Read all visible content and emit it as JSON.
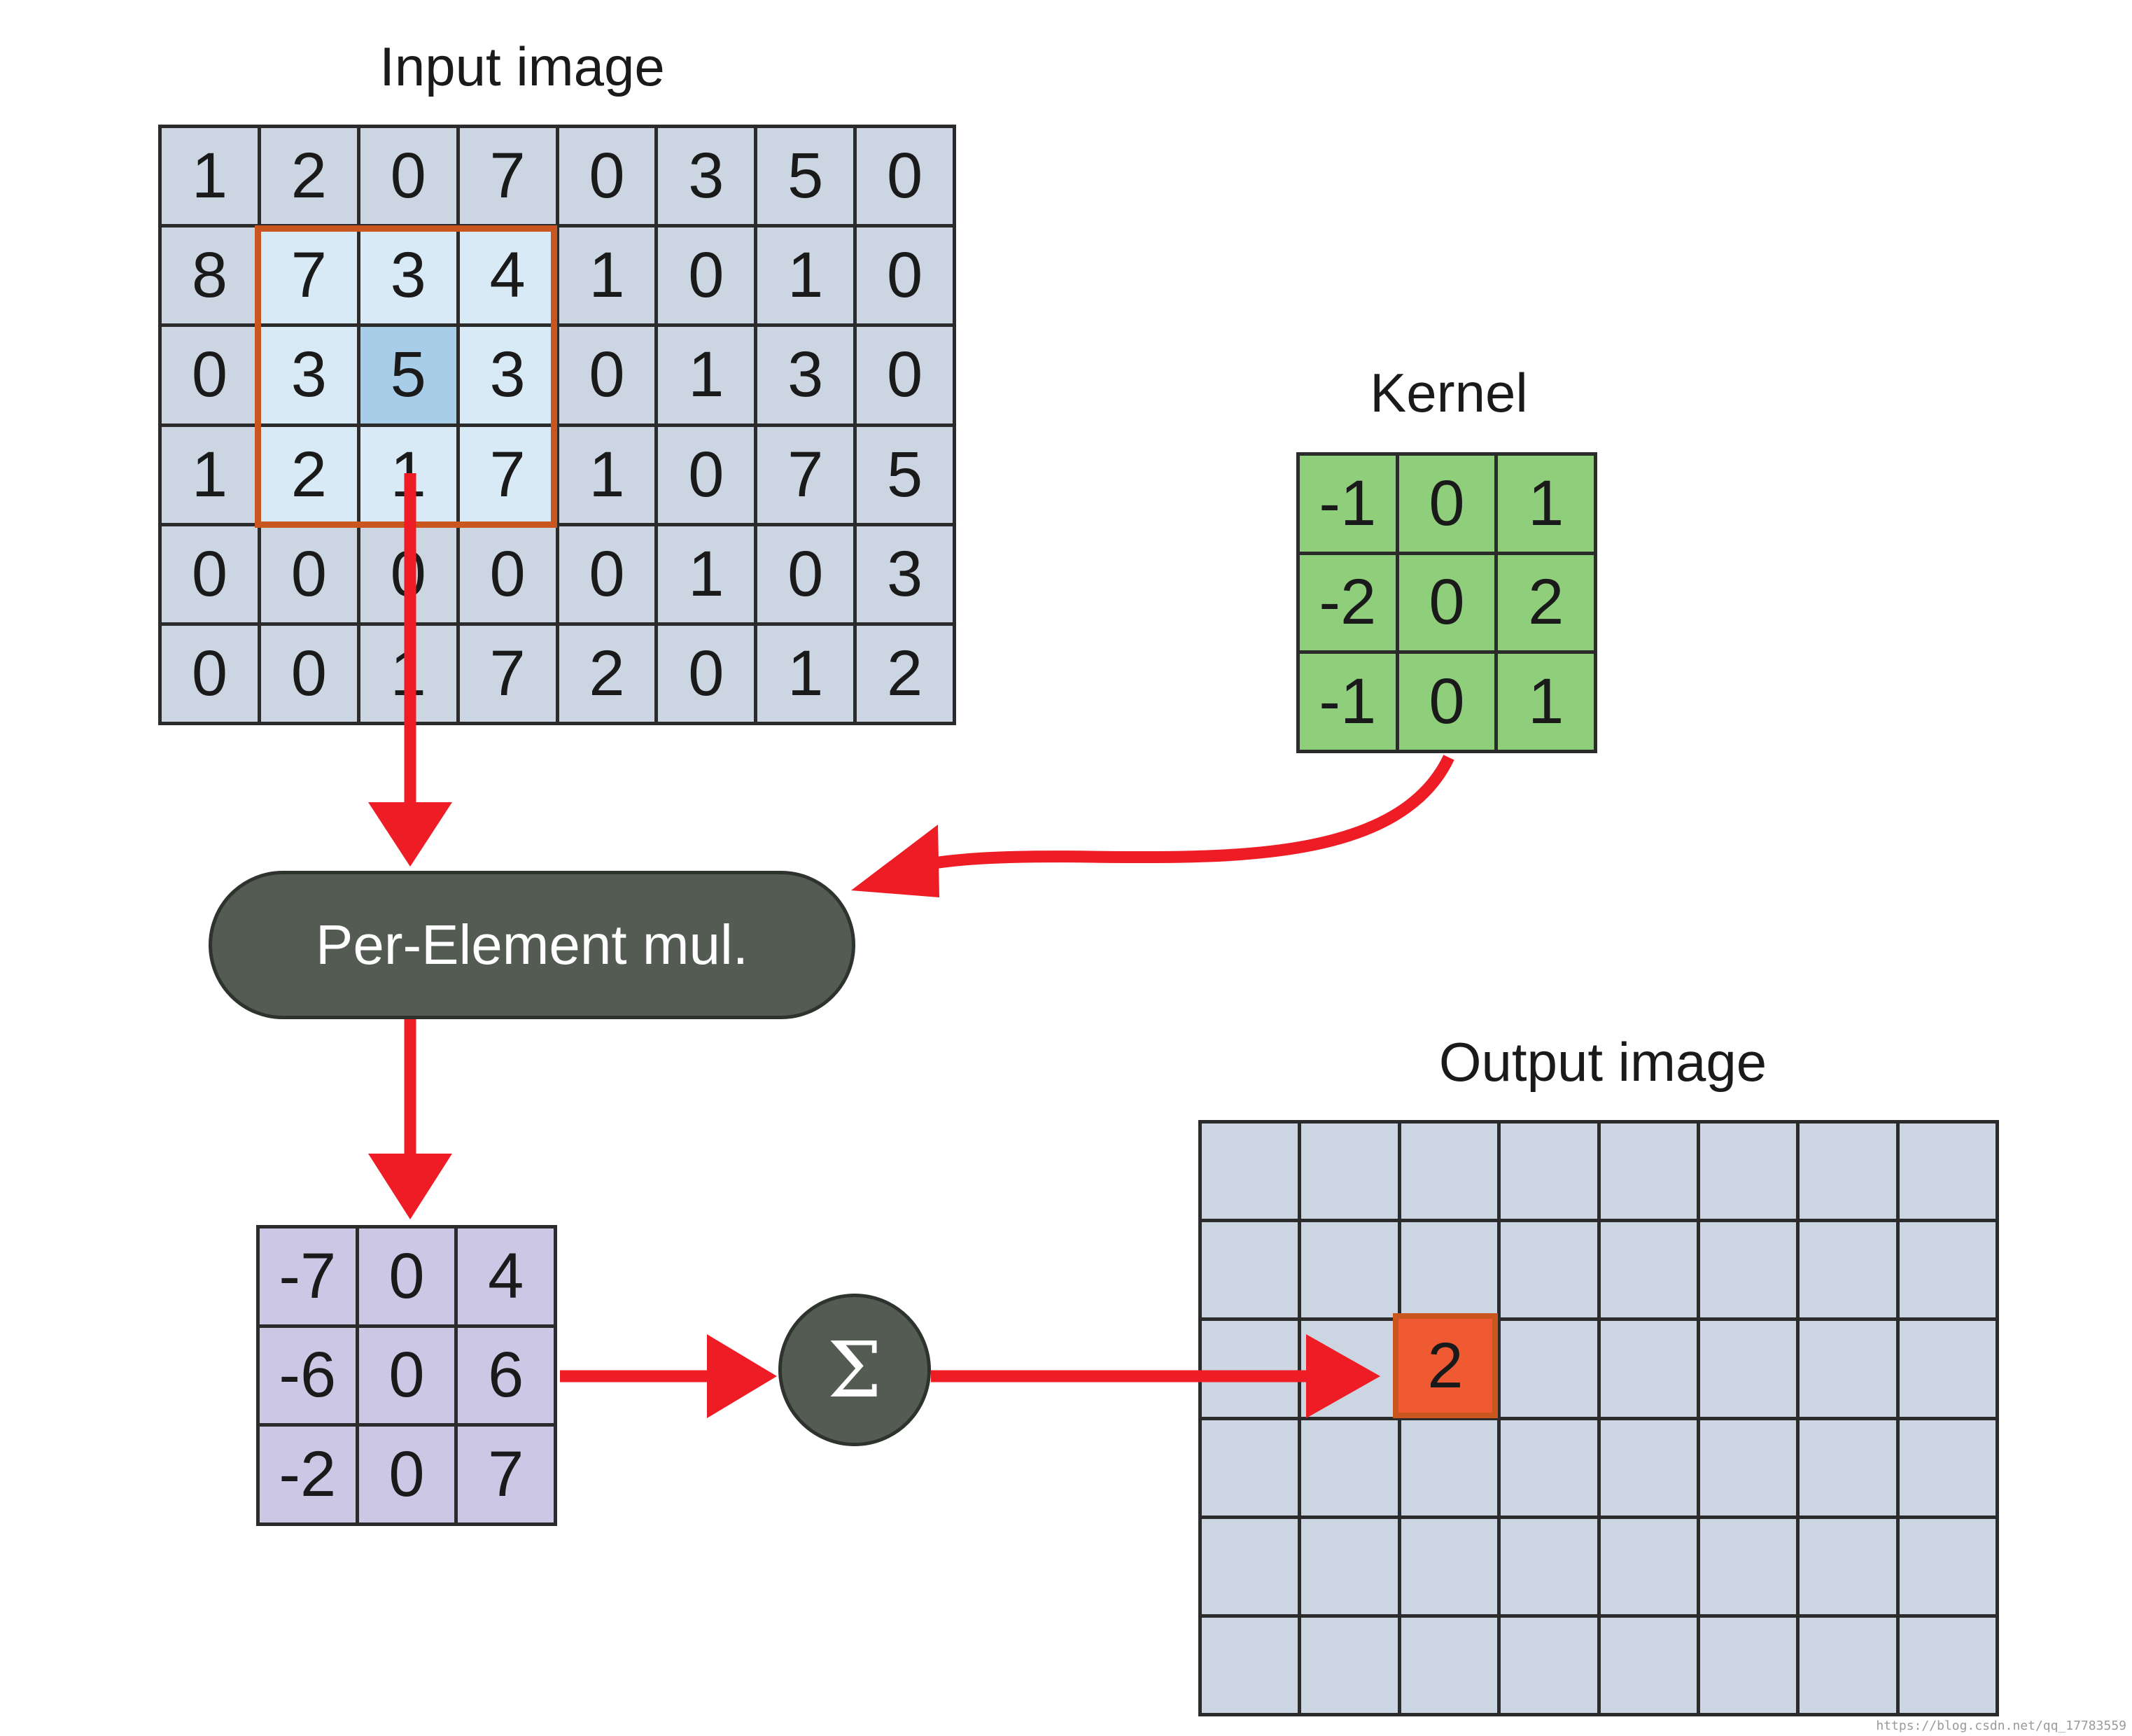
{
  "titles": {
    "input": "Input image",
    "kernel": "Kernel",
    "output": "Output image"
  },
  "input_image": [
    [
      "1",
      "2",
      "0",
      "7",
      "0",
      "3",
      "5",
      "0"
    ],
    [
      "8",
      "7",
      "3",
      "4",
      "1",
      "0",
      "1",
      "0"
    ],
    [
      "0",
      "3",
      "5",
      "3",
      "0",
      "1",
      "3",
      "0"
    ],
    [
      "1",
      "2",
      "1",
      "7",
      "1",
      "0",
      "7",
      "5"
    ],
    [
      "0",
      "0",
      "0",
      "0",
      "0",
      "1",
      "0",
      "3"
    ],
    [
      "0",
      "0",
      "1",
      "7",
      "2",
      "0",
      "1",
      "2"
    ]
  ],
  "kernel": [
    [
      "-1",
      "0",
      "1"
    ],
    [
      "-2",
      "0",
      "2"
    ],
    [
      "-1",
      "0",
      "1"
    ]
  ],
  "product": [
    [
      "-7",
      "0",
      "4"
    ],
    [
      "-6",
      "0",
      "6"
    ],
    [
      "-2",
      "0",
      "7"
    ]
  ],
  "operation_label": "Per-Element mul.",
  "sum_symbol": "Σ",
  "output_value": "2",
  "watermark": "https://blog.csdn.net/qq_17783559",
  "colors": {
    "arrow": "#ee1c25",
    "input_cell": "#ccd6e2",
    "kernel_cell": "#8fcf7c",
    "product_cell": "#cdc7e6",
    "highlight": "#ef5a33",
    "node": "#535b53"
  }
}
